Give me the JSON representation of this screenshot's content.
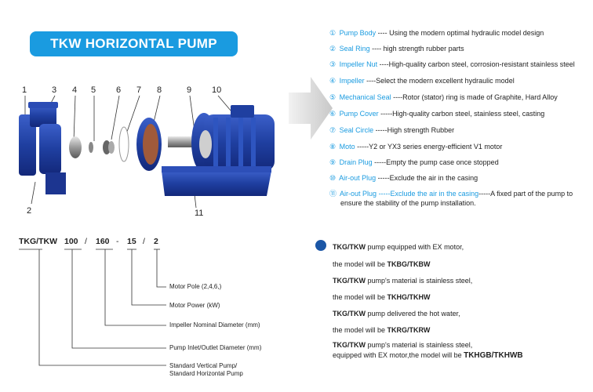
{
  "banner": {
    "title": "TKW HORIZONTAL PUMP"
  },
  "callouts": [
    "1",
    "3",
    "4",
    "5",
    "6",
    "7",
    "8",
    "9",
    "10",
    "2",
    "11"
  ],
  "features": [
    {
      "num": "①",
      "name": "Pump Body",
      "desc": " ---- Using the modern optimal hydraulic model design"
    },
    {
      "num": "②",
      "name": "Seal Ring",
      "desc": " ---- high strength rubber parts"
    },
    {
      "num": "③",
      "name": "Impeller Nut",
      "desc": " ----High-quality carbon steel, corrosion-resistant stainless steel"
    },
    {
      "num": "④",
      "name": "Impeller",
      "desc": " ----Select the modern excellent hydraulic model"
    },
    {
      "num": "⑤",
      "name": "Mechanical Seal",
      "desc": " ----Rotor (stator) ring is made of Graphite, Hard Alloy"
    },
    {
      "num": "⑥",
      "name": "Pump Cover",
      "desc": " -----High-quality carbon steel, stainless steel, casting"
    },
    {
      "num": "⑦",
      "name": "Seal Circle",
      "desc": " -----High strength Rubber"
    },
    {
      "num": "⑧",
      "name": "Moto",
      "desc": " -----Y2 or YX3 series energy-efficient V1 motor"
    },
    {
      "num": "⑨",
      "name": "Drain Plug",
      "desc": " -----Empty the pump case once stopped"
    },
    {
      "num": "⑩",
      "name": "Air-out Plug",
      "desc": " -----Exclude the air in the casing"
    },
    {
      "num": "⑪",
      "name": "Air-out Plug",
      "desc": " -----Exclude the air in the casing",
      "desc2": "-----A fixed part of the pump to",
      "desc3": "ensure the stability of the pump installation."
    }
  ],
  "model_code": {
    "segments": [
      "TKG/TKW",
      "100",
      "160",
      "15",
      "2"
    ],
    "separators": [
      "/",
      "-",
      "/"
    ],
    "labels": [
      "Motor Pole (2,4,6,)",
      "Motor Power  (kW)",
      "Impeller Nominal Diameter (mm)",
      "Pump Inlet/Outlet Diameter (mm)",
      "Standard Vertical Pump/",
      "Standard  Horizontal Pump"
    ]
  },
  "variants": {
    "lines": [
      {
        "prefix": "TKG/TKW",
        "text": " pump equipped with EX motor,"
      },
      {
        "prefix": "",
        "text": "the model will be ",
        "model": "TKBG/TKBW"
      },
      {
        "prefix": "TKG/TKW",
        "text": " pump's material is stainless steel,"
      },
      {
        "prefix": "",
        "text": "the model will be ",
        "model": "TKHG/TKHW"
      },
      {
        "prefix": "TKG/TKW",
        "text": " pump delivered the hot water,"
      },
      {
        "prefix": "",
        "text": "the model will be ",
        "model": "TKRG/TKRW"
      },
      {
        "prefix": "TKG/TKW",
        "text": " pump's material is stainless steel,"
      },
      {
        "prefix": "",
        "text": "equipped with EX motor,the model will be ",
        "model": "TKHGB/TKHWB"
      }
    ]
  },
  "colors": {
    "accent": "#1a9be0",
    "pump_blue": "#1f3fa0",
    "dot": "#1b56a6"
  }
}
